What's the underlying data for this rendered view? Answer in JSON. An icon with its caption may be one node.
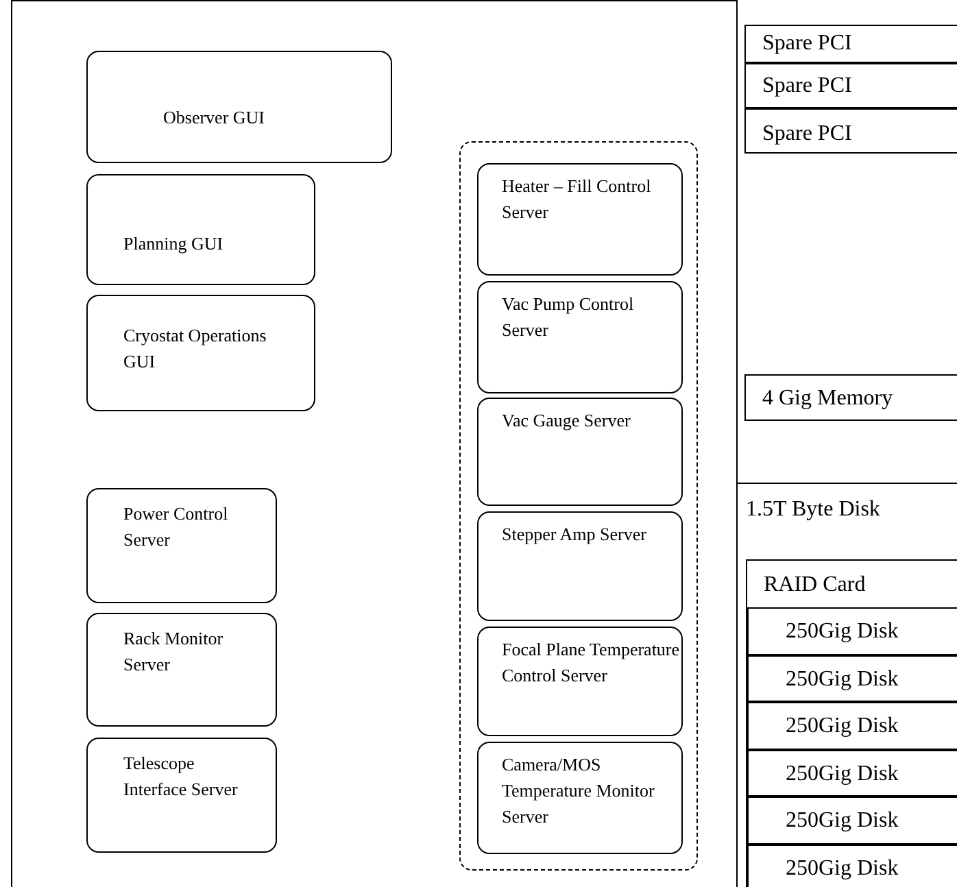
{
  "diagram": {
    "nodes": [
      {
        "text": [
          "Observer GUI"
        ]
      },
      {
        "text": [
          "Planning GUI"
        ]
      },
      {
        "text": [
          "Cryostat Operations GUI"
        ]
      },
      {
        "text": [
          "Power Control Server"
        ]
      },
      {
        "text": [
          "Rack Monitor Server"
        ]
      },
      {
        "text": [
          "Telescope Interface Server"
        ]
      },
      {
        "text": [],
        "shape": "box"
      },
      {
        "text": [
          "Heater – Fill Control Server"
        ],
        "in": 6
      },
      {
        "text": [
          "Vac Pump Control Server"
        ],
        "in": 6
      },
      {
        "text": [
          "Vac Gauge Server"
        ],
        "in": 6
      },
      {
        "text": [
          "Stepper Amp Server"
        ],
        "in": 6
      },
      {
        "text": [
          "Focal Plane Temperature Control Server"
        ],
        "in": 6
      },
      {
        "text": [
          "Camera/MOS Temperature Monitor Server"
        ],
        "in": 6
      },
      {
        "text": [
          "Spare PCI"
        ]
      },
      {
        "text": [
          "Spare PCI"
        ]
      },
      {
        "text": [
          "Spare PCI"
        ]
      },
      {
        "text": [
          "4 Gig Memory"
        ]
      },
      {
        "text": [
          "1.5T Byte Disk"
        ]
      },
      {
        "text": [
          "RAID Card"
        ],
        "in": 17
      },
      {
        "text": [
          "250Gig Disk"
        ],
        "in": 18
      },
      {
        "text": [
          "250Gig Disk"
        ],
        "in": 18
      },
      {
        "text": [
          "250Gig Disk"
        ],
        "in": 18
      },
      {
        "text": [
          "250Gig Disk"
        ],
        "in": 18
      },
      {
        "text": [
          "250Gig Disk"
        ],
        "in": 18
      },
      {
        "text": [
          "250Gig Disk"
        ],
        "in": 18
      }
    ]
  }
}
